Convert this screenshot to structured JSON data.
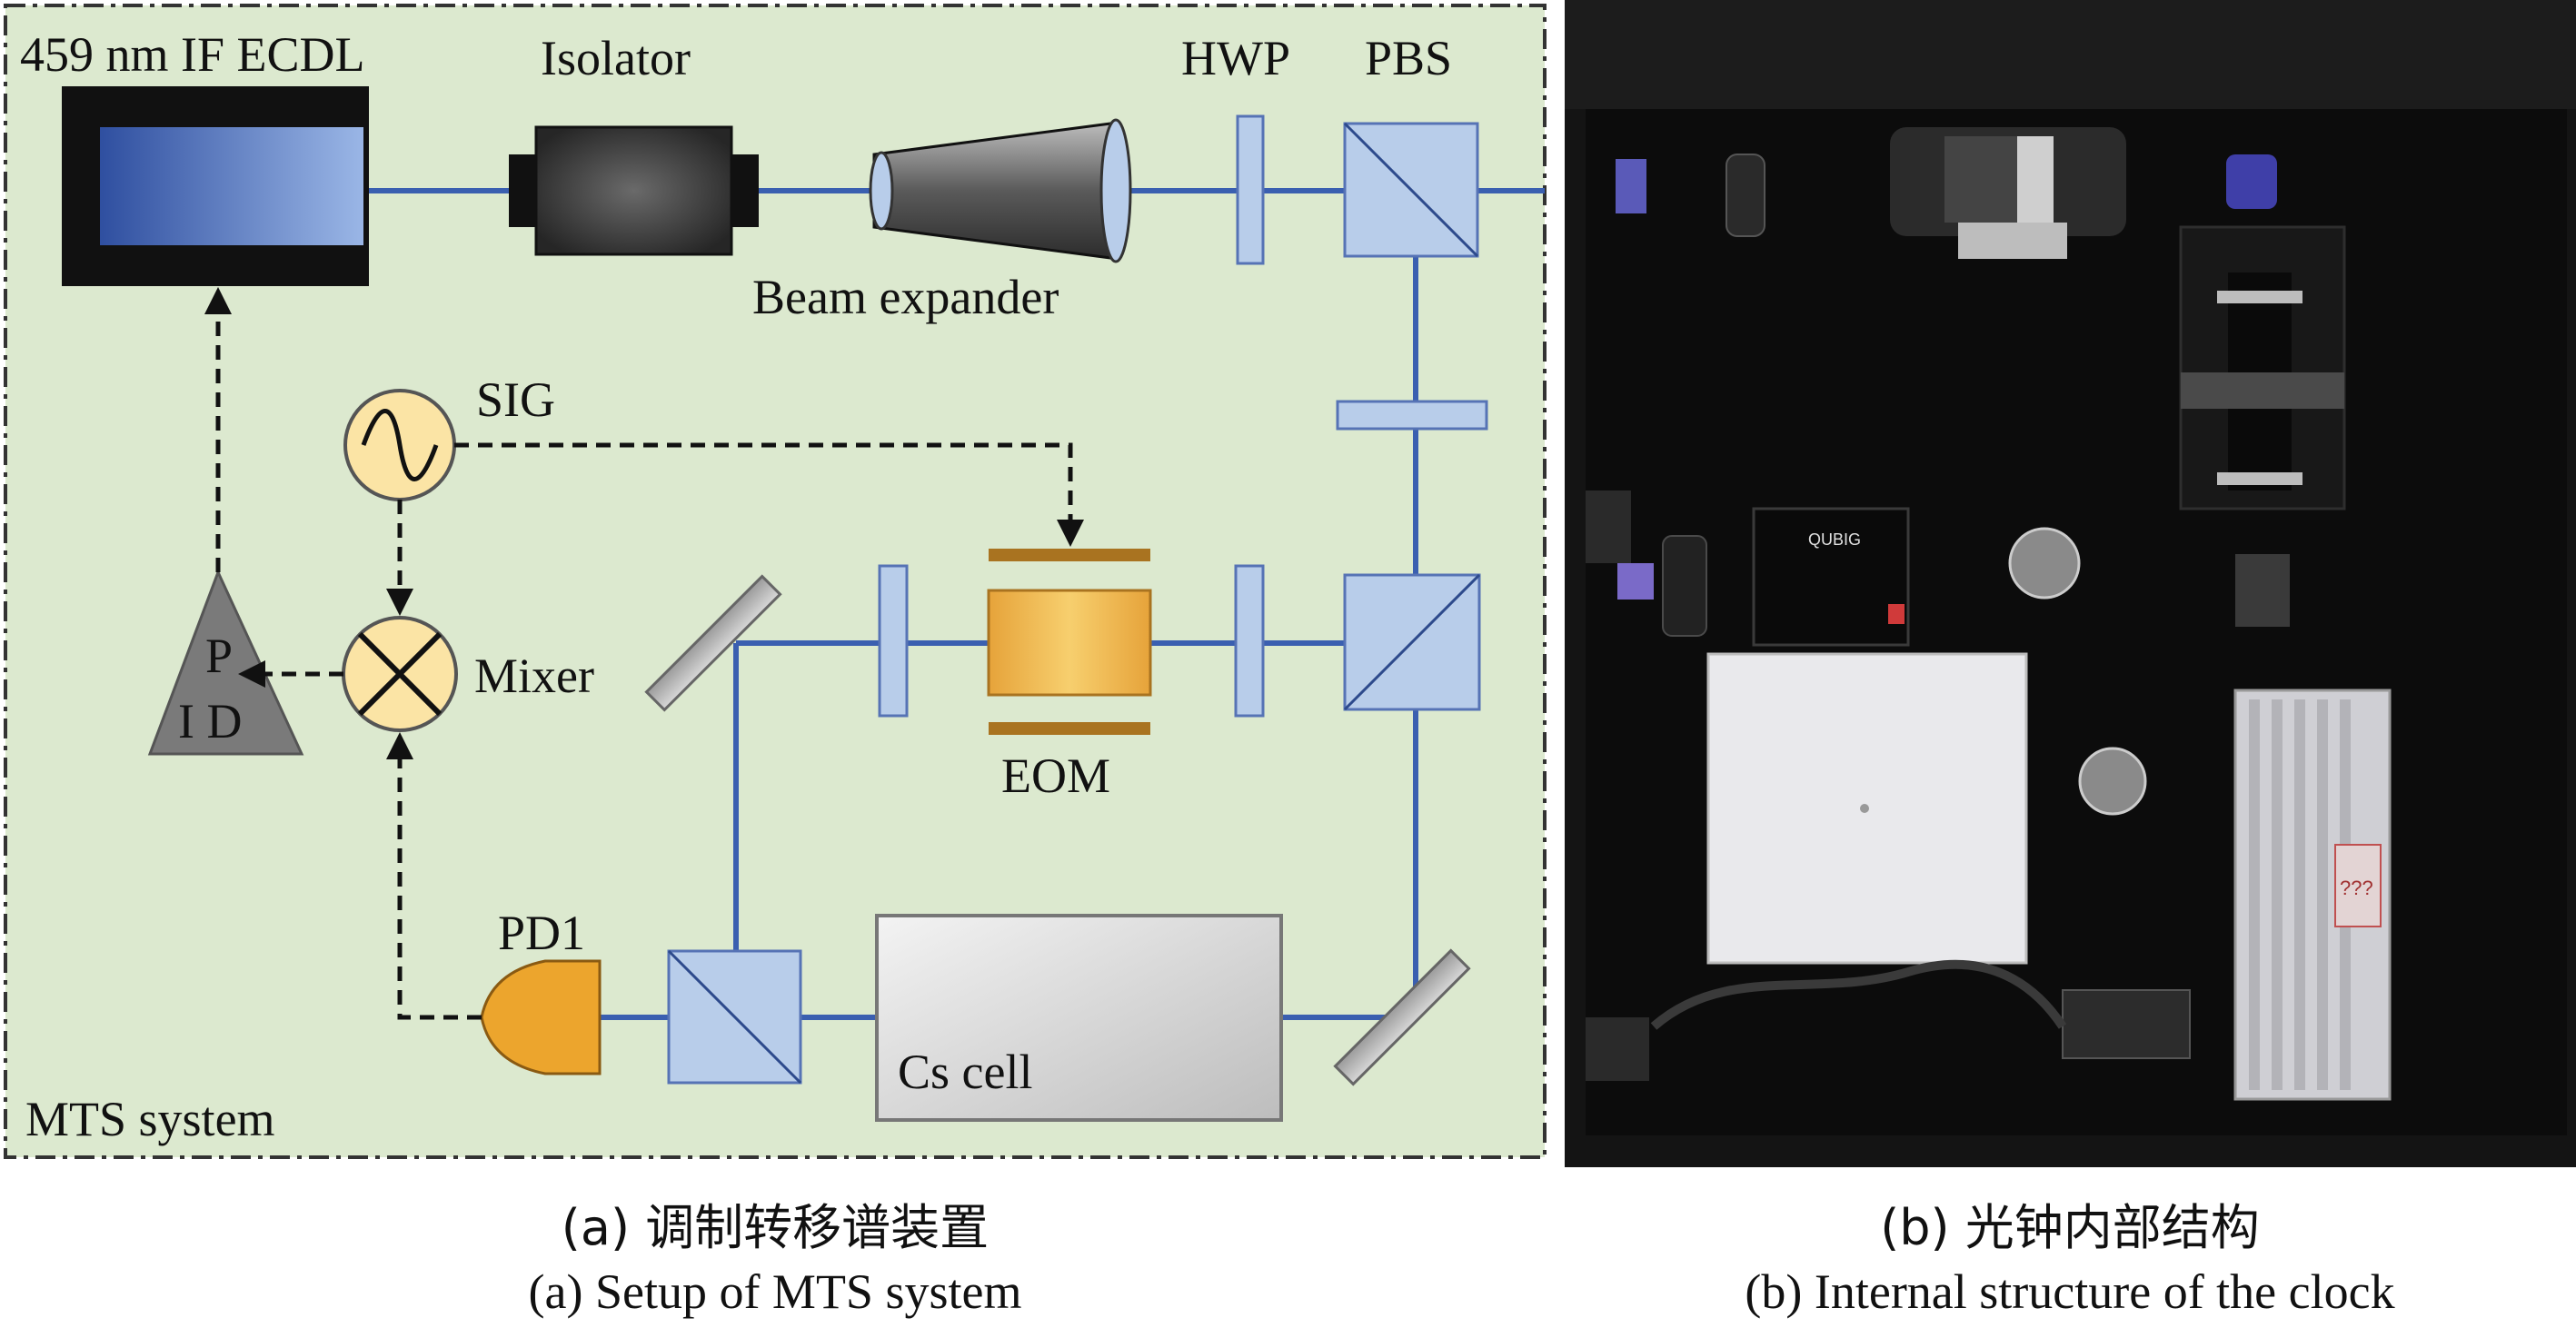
{
  "panel_a": {
    "system_label": "MTS system",
    "laser_label": "459 nm IF ECDL",
    "isolator_label": "Isolator",
    "beam_expander_label": "Beam expander",
    "hwp_label": "HWP",
    "pbs_label": "PBS",
    "sig_label": "SIG",
    "mixer_label": "Mixer",
    "pid_letters": [
      "P",
      "I D"
    ],
    "eom_label": "EOM",
    "pd1_label": "PD1",
    "cs_cell_label": "Cs cell",
    "caption_cn": "(a) 调制转移谱装置",
    "caption_en": "(a) Setup of MTS system"
  },
  "panel_b": {
    "device_logo_text": "QUBIG",
    "sticker_text": "???",
    "caption_cn": "(b) 光钟内部结构",
    "caption_en": "(b) Internal structure of the clock"
  },
  "colors": {
    "panel_bg": "#dce9cf",
    "beam": "#3a5fb0",
    "optic_fill": "#b8cdea",
    "optic_stroke": "#5673b5",
    "eom_fill": "#e7ad3c",
    "sig_fill": "#fbe4a5",
    "photo_bg": "#141414"
  }
}
